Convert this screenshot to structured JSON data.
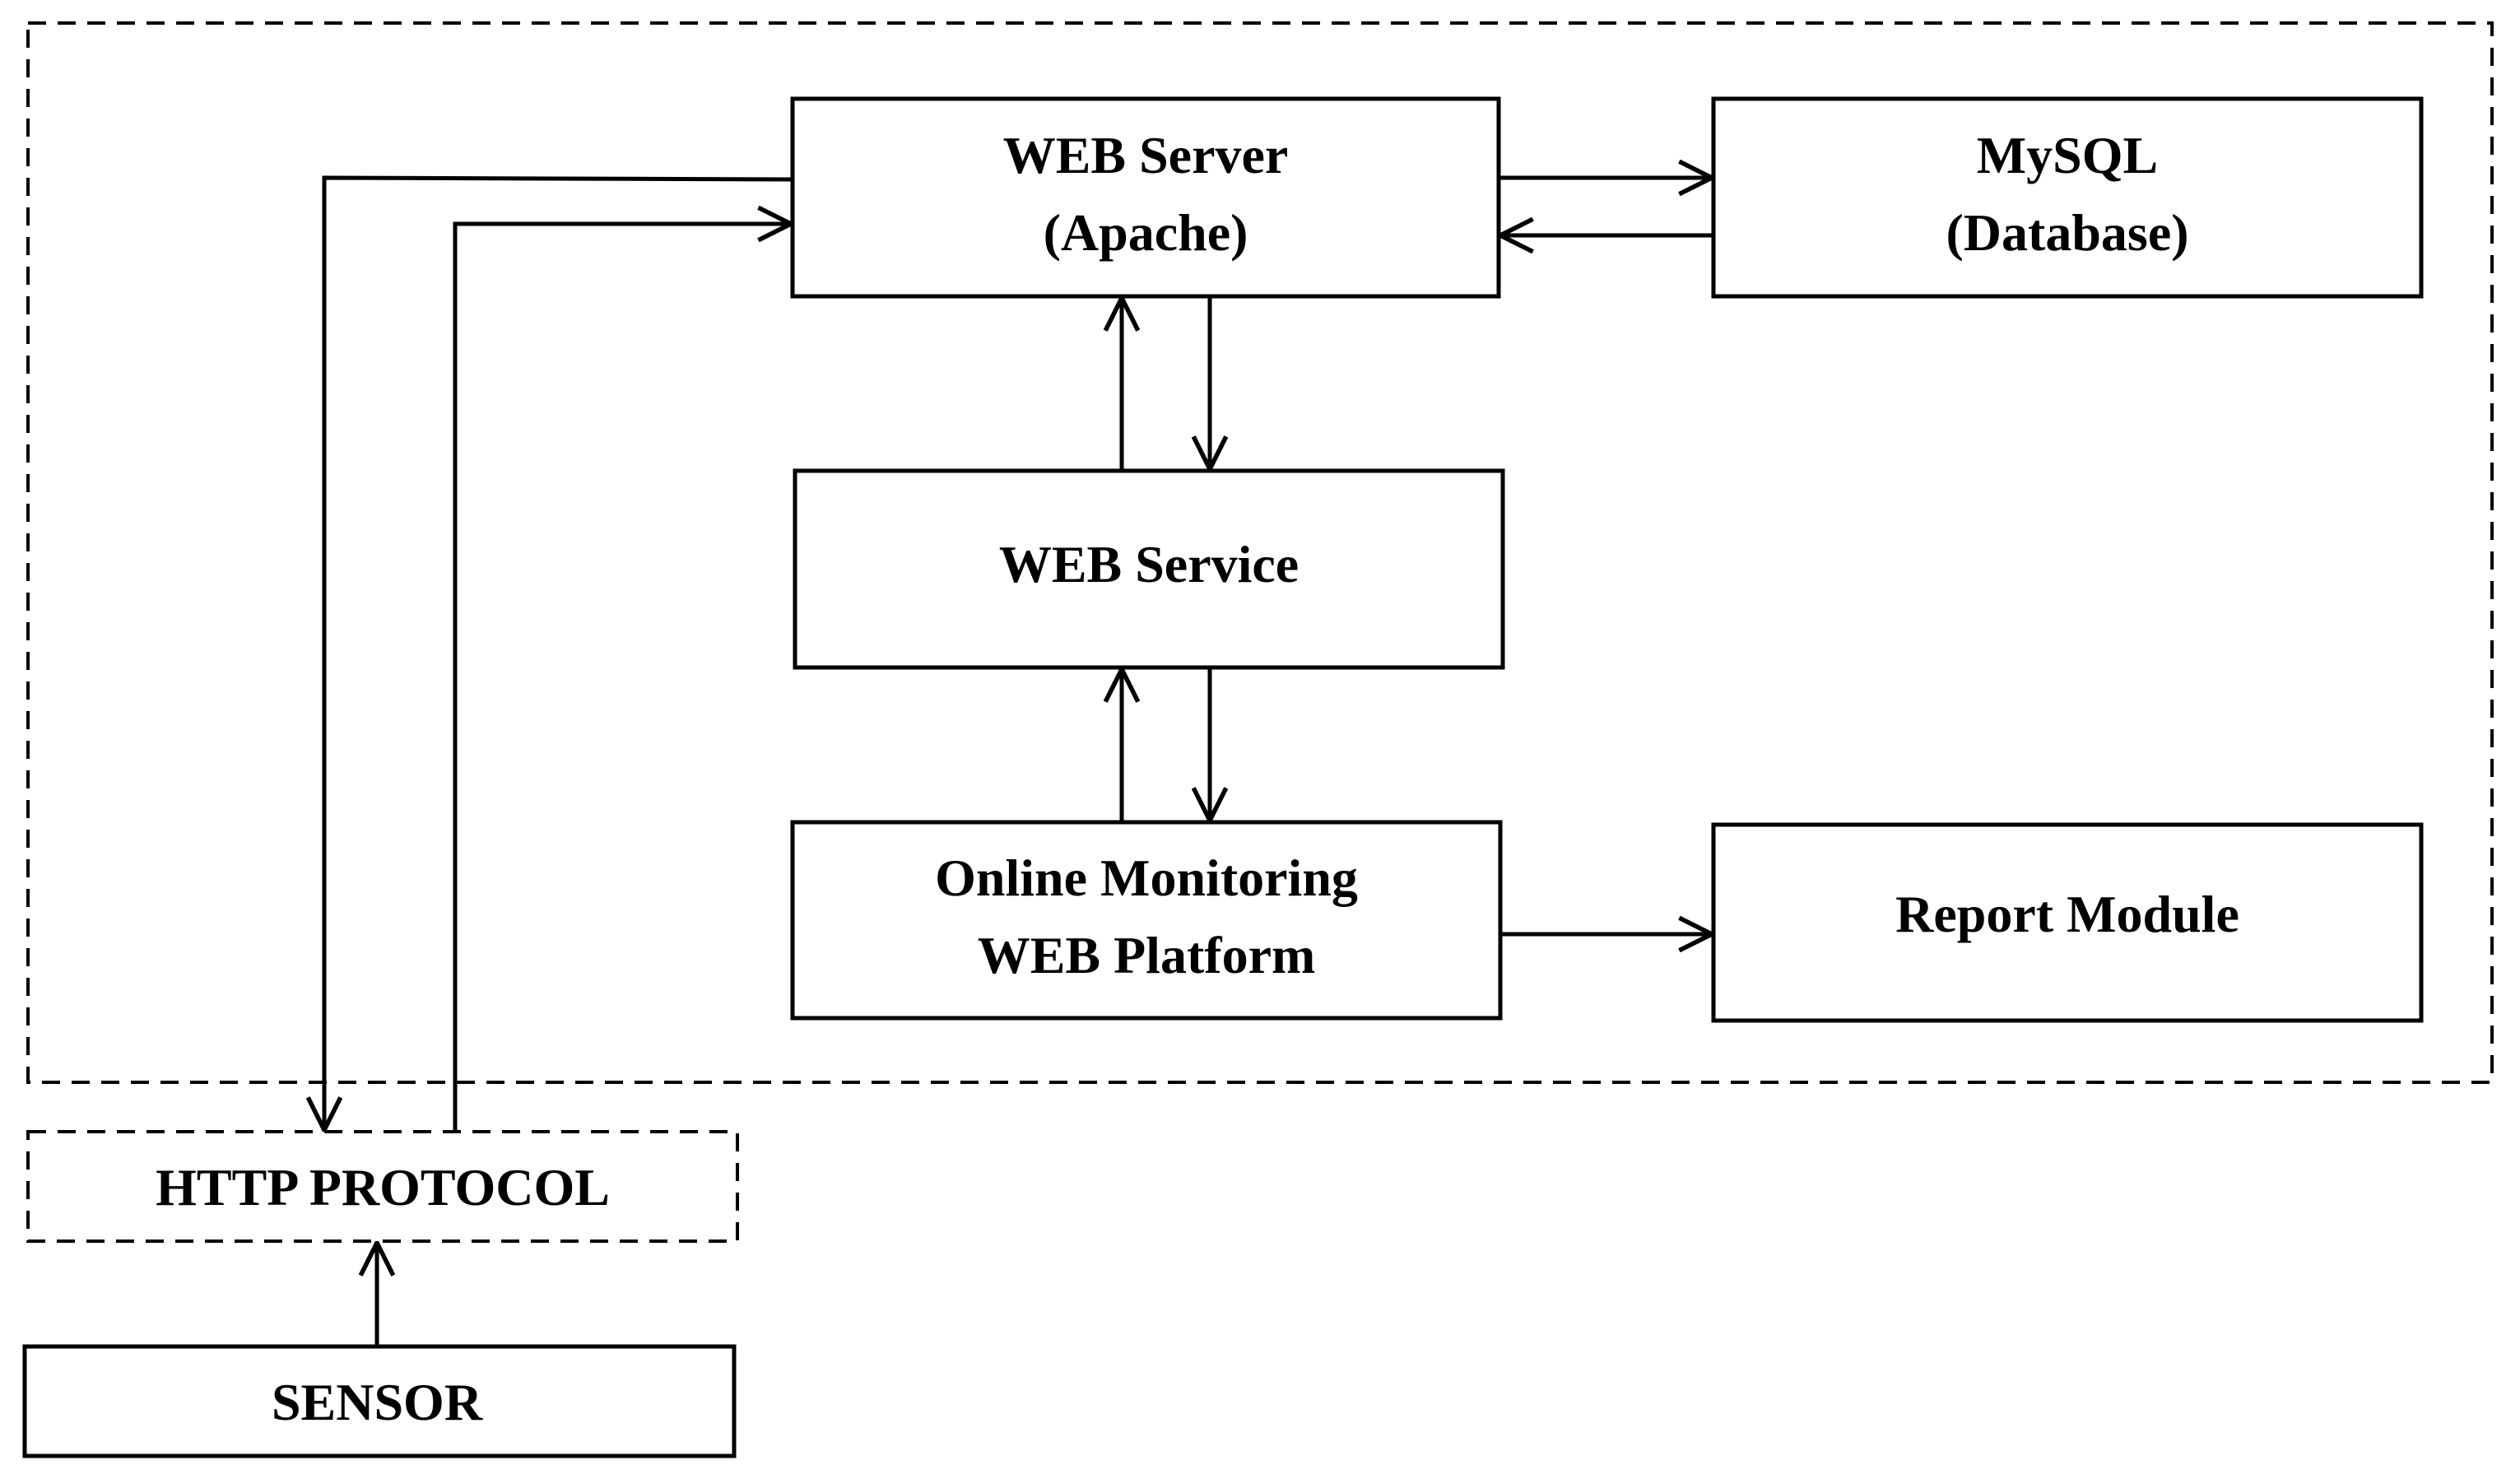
{
  "diagram": {
    "web_server": {
      "line1": "WEB Server",
      "line2": "(Apache)"
    },
    "mysql": {
      "line1": "MySQL",
      "line2": "(Database)"
    },
    "web_service": {
      "label": "WEB Service"
    },
    "platform": {
      "line1": "Online Monitoring",
      "line2": "WEB Platform"
    },
    "report_module": {
      "label": "Report Module"
    },
    "http_protocol": {
      "label": "HTTP PROTOCOL"
    },
    "sensor": {
      "label": "SENSOR"
    }
  },
  "colors": {
    "stroke": "#000000",
    "background": "#ffffff"
  }
}
